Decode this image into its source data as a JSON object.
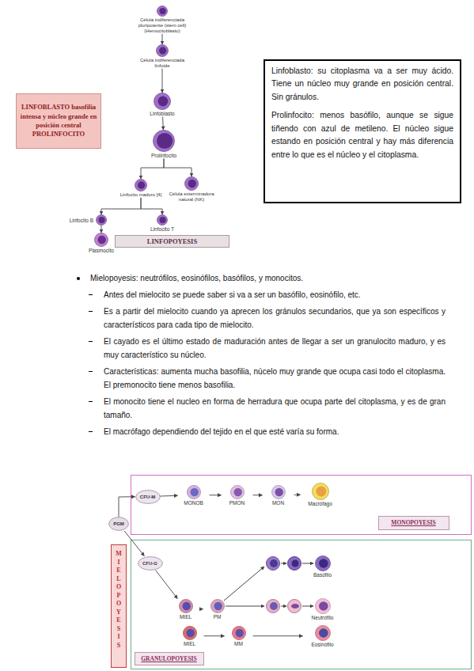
{
  "diagram": {
    "nodes": [
      {
        "text": [
          "Célula indiferenciada pluripotente (stem cell) (Hemocitoblasto)"
        ]
      },
      {
        "text": [
          "Célula indiferenciada linfoide"
        ]
      },
      {
        "text": [
          "Linfoblasto: su citoplasma va a ser muy ácido. Tiene un núcleo muy grande en posición central. Sin gránulos.",
          "Prolinfocito: menos basófilo, aunque se sigue tiñendo con azul de metileno. El núcleo sigue estando en posición central y hay más diferencia entre lo que es el núcleo y el citoplasma."
        ]
      },
      {
        "text": [
          "LINFOBLASTO basofilia intensa y núcleo grande en posición central PROLINFOCITO"
        ]
      },
      {
        "text": [
          "Linfoblasto"
        ]
      },
      {
        "text": [
          "Prolinfocito"
        ]
      },
      {
        "text": [
          "Linfocito maduro [4]"
        ]
      },
      {
        "text": [
          "Célula exterminadora natural (NK)"
        ]
      },
      {
        "text": [
          "Linfocito B"
        ]
      },
      {
        "text": [
          "Linfocito T"
        ]
      },
      {
        "text": [
          "LINFOPOYESIS"
        ]
      },
      {
        "text": [
          "Plasmocito"
        ]
      },
      {
        "text": [
          "MONOPOYESIS"
        ]
      },
      {
        "text": [
          "CFU-M"
        ],
        "in": 12
      },
      {
        "text": [
          "MONOB"
        ],
        "in": 12
      },
      {
        "text": [
          "PMON"
        ],
        "in": 12
      },
      {
        "text": [
          "MON"
        ],
        "in": 12
      },
      {
        "text": [
          "Macrófago"
        ],
        "in": 12
      },
      {
        "text": [
          "PGM"
        ]
      },
      {
        "text": [
          "MIELOPOYESIS"
        ]
      },
      {
        "text": [
          "GRANULOPOYESIS"
        ]
      },
      {
        "text": [
          "CFU-G"
        ],
        "in": 20
      },
      {
        "text": [
          "Basófilo"
        ],
        "in": 20
      },
      {
        "text": [
          "MIEL"
        ],
        "in": 20
      },
      {
        "text": [
          "PM"
        ],
        "in": 20
      },
      {
        "text": [
          "Neutrófilo"
        ],
        "in": 20
      },
      {
        "text": [
          "MIEL"
        ],
        "in": 20
      },
      {
        "text": [
          "MM"
        ],
        "in": 20
      },
      {
        "text": [
          "Eosinófilo"
        ],
        "in": 20
      }
    ],
    "edges": [
      {
        "from": 0,
        "to": 1,
        "arrow": "to"
      },
      {
        "from": 1,
        "to": 4,
        "arrow": "to"
      },
      {
        "from": 4,
        "to": 5,
        "arrow": "to"
      },
      {
        "from": 5,
        "to": 6,
        "arrow": "to"
      },
      {
        "from": 5,
        "to": 7,
        "arrow": "to"
      },
      {
        "from": 6,
        "to": 8,
        "arrow": "to"
      },
      {
        "from": 6,
        "to": 9,
        "arrow": "to"
      },
      {
        "from": 8,
        "to": 11,
        "arrow": "to"
      },
      {
        "from": 18,
        "to": 13,
        "arrow": "to"
      },
      {
        "from": 18,
        "to": 21,
        "arrow": "to"
      },
      {
        "from": 13,
        "to": 14,
        "arrow": "to"
      },
      {
        "from": 14,
        "to": 15,
        "arrow": "to"
      },
      {
        "from": 15,
        "to": 16,
        "arrow": "to"
      },
      {
        "from": 16,
        "to": 17,
        "arrow": "to"
      },
      {
        "from": 21,
        "to": 23,
        "arrow": "to"
      },
      {
        "from": 23,
        "to": 24,
        "arrow": "to"
      },
      {
        "from": 26,
        "to": 27,
        "arrow": "to"
      },
      {
        "from": 27,
        "to": 28,
        "arrow": "to"
      }
    ],
    "labels": [
      "Mielopoyesis: neutrófilos, eosinófilos, basófilos, y monocitos.",
      "Antes del mielocito se puede saber si va a ser un basófilo, eosinófilo, etc.",
      "Es a partir del mielocito cuando ya aprecen los gránulos secundarios, que ya son específicos y característicos para cada tipo de mielocito.",
      "El cayado es el último estado de maduración antes de llegar a ser un granulocito maduro, y es muy característico su núcleo.",
      "Características: aumenta mucha basofilia, núcelo muy grande que ocupa casi todo el citoplasma. El premonocito tiene menos basofilia.",
      "El monocito tiene el nucleo en forma de herradura que ocupa parte del citoplasma, y es de gran tamaño.",
      "El macrófago dependiendo del tejido en el que esté varía su forma."
    ]
  }
}
